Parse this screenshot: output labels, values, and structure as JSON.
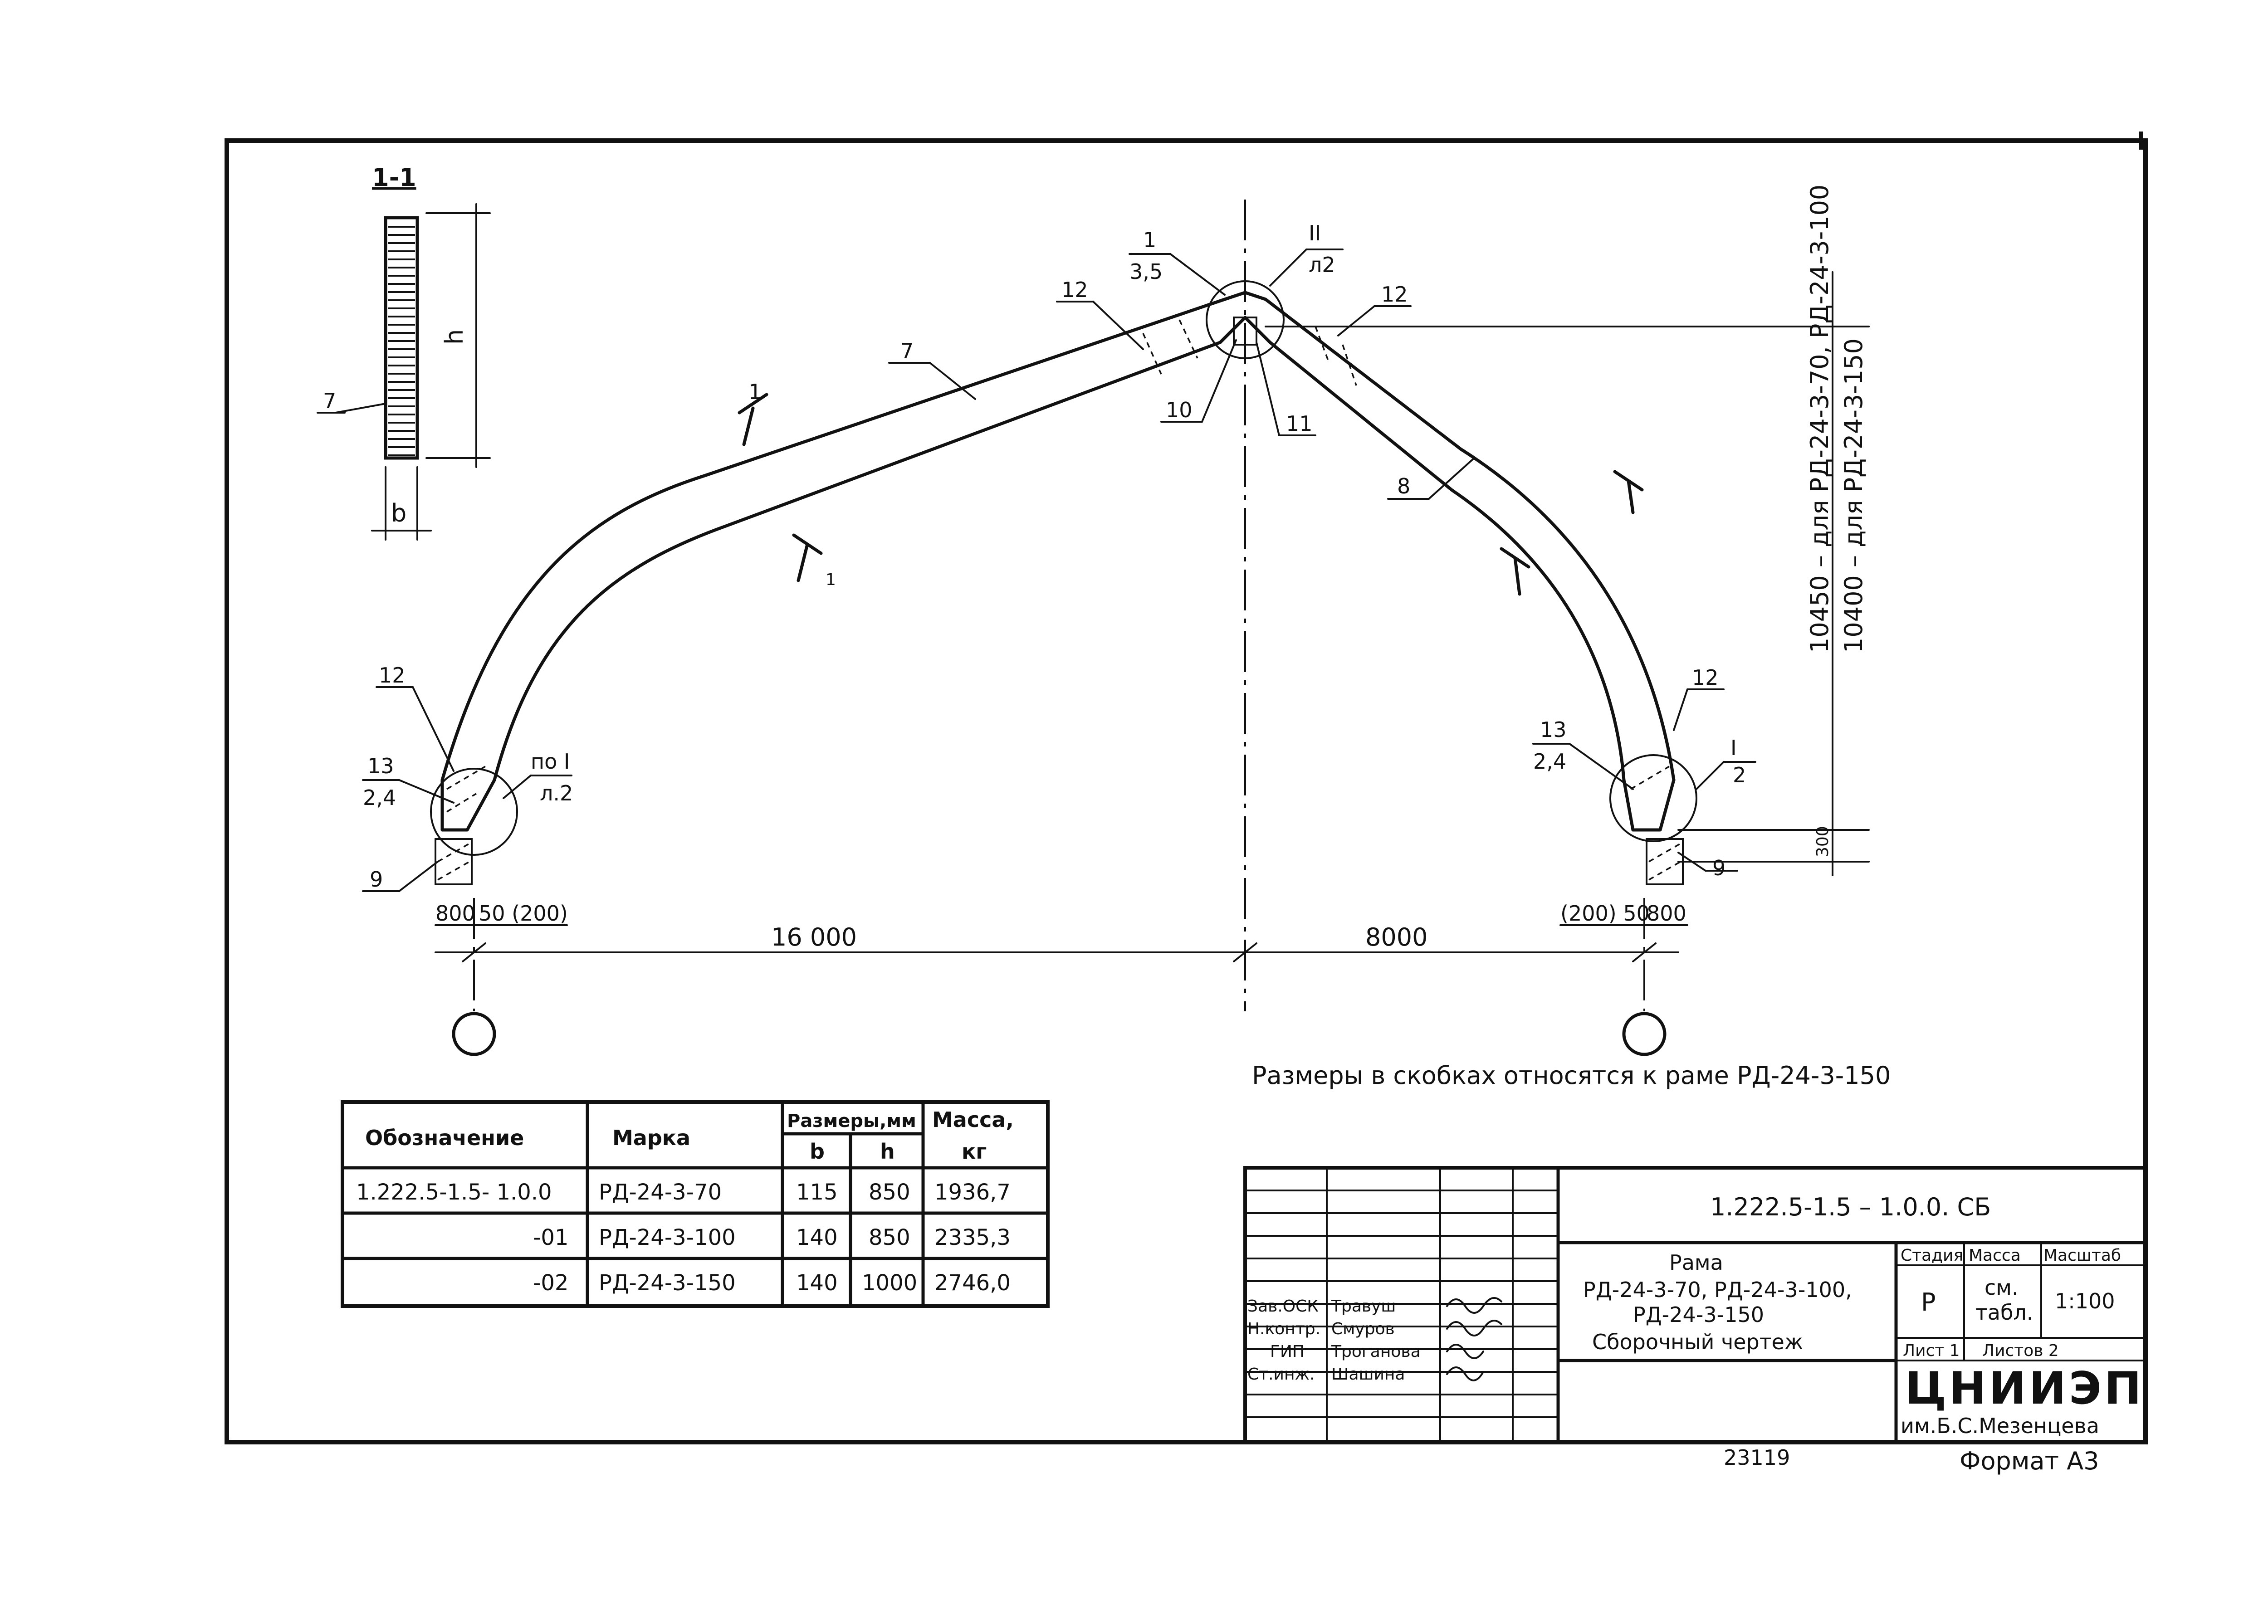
{
  "section": {
    "title": "1-1",
    "dim_h": "h",
    "dim_b": "b",
    "part": "7"
  },
  "parts": {
    "p1": "1",
    "p1b": "3,5",
    "p2": "II",
    "p2b": "л2",
    "p12a": "12",
    "p12b": "12",
    "p12c": "12",
    "p12d": "12",
    "p7": "7",
    "p8": "8",
    "p10": "10",
    "p11": "11",
    "p13l": "13",
    "p13lb": "2,4",
    "p13r": "13",
    "p13rb": "2,4",
    "p9l": "9",
    "p9r": "9",
    "pol": "по I",
    "polb": "л.2",
    "pr": "I",
    "prb": "2",
    "cut1": "1",
    "cut2": "1"
  },
  "dims": {
    "span_left": "16 000",
    "span_right": "8000",
    "left_foot": "800",
    "left_gap": "50 (200)",
    "right_gap": "(200) 50",
    "right_foot": "800",
    "h300": "300",
    "height1": "10450 – для РД-24-3-70, РД-24-3-100",
    "height2": "10400 – для РД-24-3-150"
  },
  "note": "Размеры в скобках относятся к раме РД-24-3-150",
  "spec": {
    "headers": {
      "designation": "Обозначение",
      "mark": "Марка",
      "sizes": "Размеры,мм",
      "b": "b",
      "h": "h",
      "mass": "Масса,",
      "mass_unit": "кг"
    },
    "rows": [
      {
        "designation": "1.222.5-1.5- 1.0.0",
        "mark": "РД-24-3-70",
        "b": "115",
        "h": "850",
        "mass": "1936,7"
      },
      {
        "designation": "-01",
        "mark": "РД-24-3-100",
        "b": "140",
        "h": "850",
        "mass": "2335,3"
      },
      {
        "designation": "-02",
        "mark": "РД-24-3-150",
        "b": "140",
        "h": "1000",
        "mass": "2746,0"
      }
    ]
  },
  "stamp": {
    "code": "1.222.5-1.5 – 1.0.0.   СБ",
    "title1": "Рама",
    "title2": "РД-24-3-70, РД-24-3-100,",
    "title3": "РД-24-3-150",
    "title4": "Сборочный чертеж",
    "stage_h": "Стадия",
    "mass_h": "Масса",
    "scale_h": "Масштаб",
    "stage": "Р",
    "mass1": "см.",
    "mass2": "табл.",
    "scale": "1:100",
    "sheet": "Лист 1",
    "sheets": "Листов 2",
    "org": "ЦНИИЭП",
    "org2": "им.Б.С.Мезенцева",
    "roles": [
      {
        "role": "Зав.ОСК",
        "name": "Травуш"
      },
      {
        "role": "Н.контр.",
        "name": "Смуров"
      },
      {
        "role": "ГИП",
        "name": "Троганова"
      },
      {
        "role": "Ст.инж.",
        "name": "Шашина"
      }
    ]
  },
  "inv": "23119",
  "format": "Формат А3"
}
